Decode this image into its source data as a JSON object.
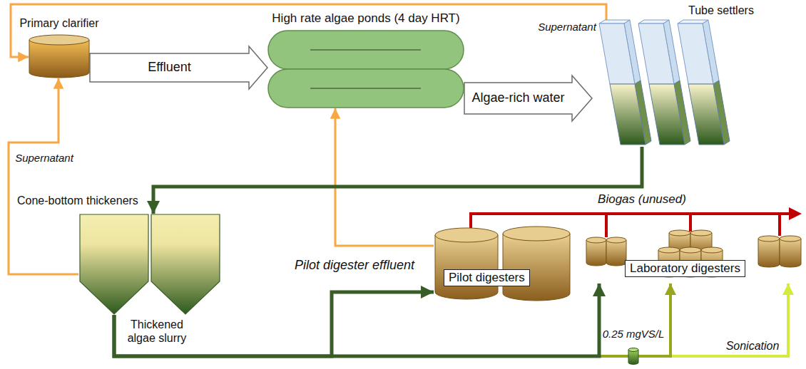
{
  "diagram": {
    "nodes": [
      {
        "text": [
          "Primary clarifier"
        ]
      },
      {
        "text": [
          "High rate algae ponds (4 day HRT)"
        ]
      },
      {
        "text": [
          "Tube settlers"
        ]
      },
      {
        "text": [
          "Cone-bottom thickeners",
          "Thickened algae slurry"
        ]
      },
      {
        "text": [
          "Pilot digesters"
        ]
      },
      {
        "text": [
          "Laboratory digesters"
        ]
      }
    ],
    "edges": [
      {
        "from": 0,
        "to": 1,
        "label": "Effluent",
        "arrow": "to"
      },
      {
        "from": 1,
        "to": 2,
        "label": "Algae-rich water",
        "arrow": "to"
      },
      {
        "from": 2,
        "to": 0,
        "label": "Supernatant",
        "arrow": "to"
      },
      {
        "from": 2,
        "to": 3,
        "arrow": "to"
      },
      {
        "from": 3,
        "to": 0,
        "label": "Supernatant",
        "arrow": "to"
      },
      {
        "from": 3,
        "to": 4,
        "arrow": "to"
      },
      {
        "from": 3,
        "to": 5,
        "arrow": "to"
      },
      {
        "from": 3,
        "to": 5,
        "label": "0.25 mgVS/L",
        "arrow": "to"
      },
      {
        "from": 3,
        "to": 5,
        "label": "Sonication",
        "arrow": "to"
      },
      {
        "from": 4,
        "to": 1,
        "label": "Pilot digester effluent",
        "arrow": "to"
      }
    ],
    "labels": [
      "Biogas (unused)"
    ]
  }
}
